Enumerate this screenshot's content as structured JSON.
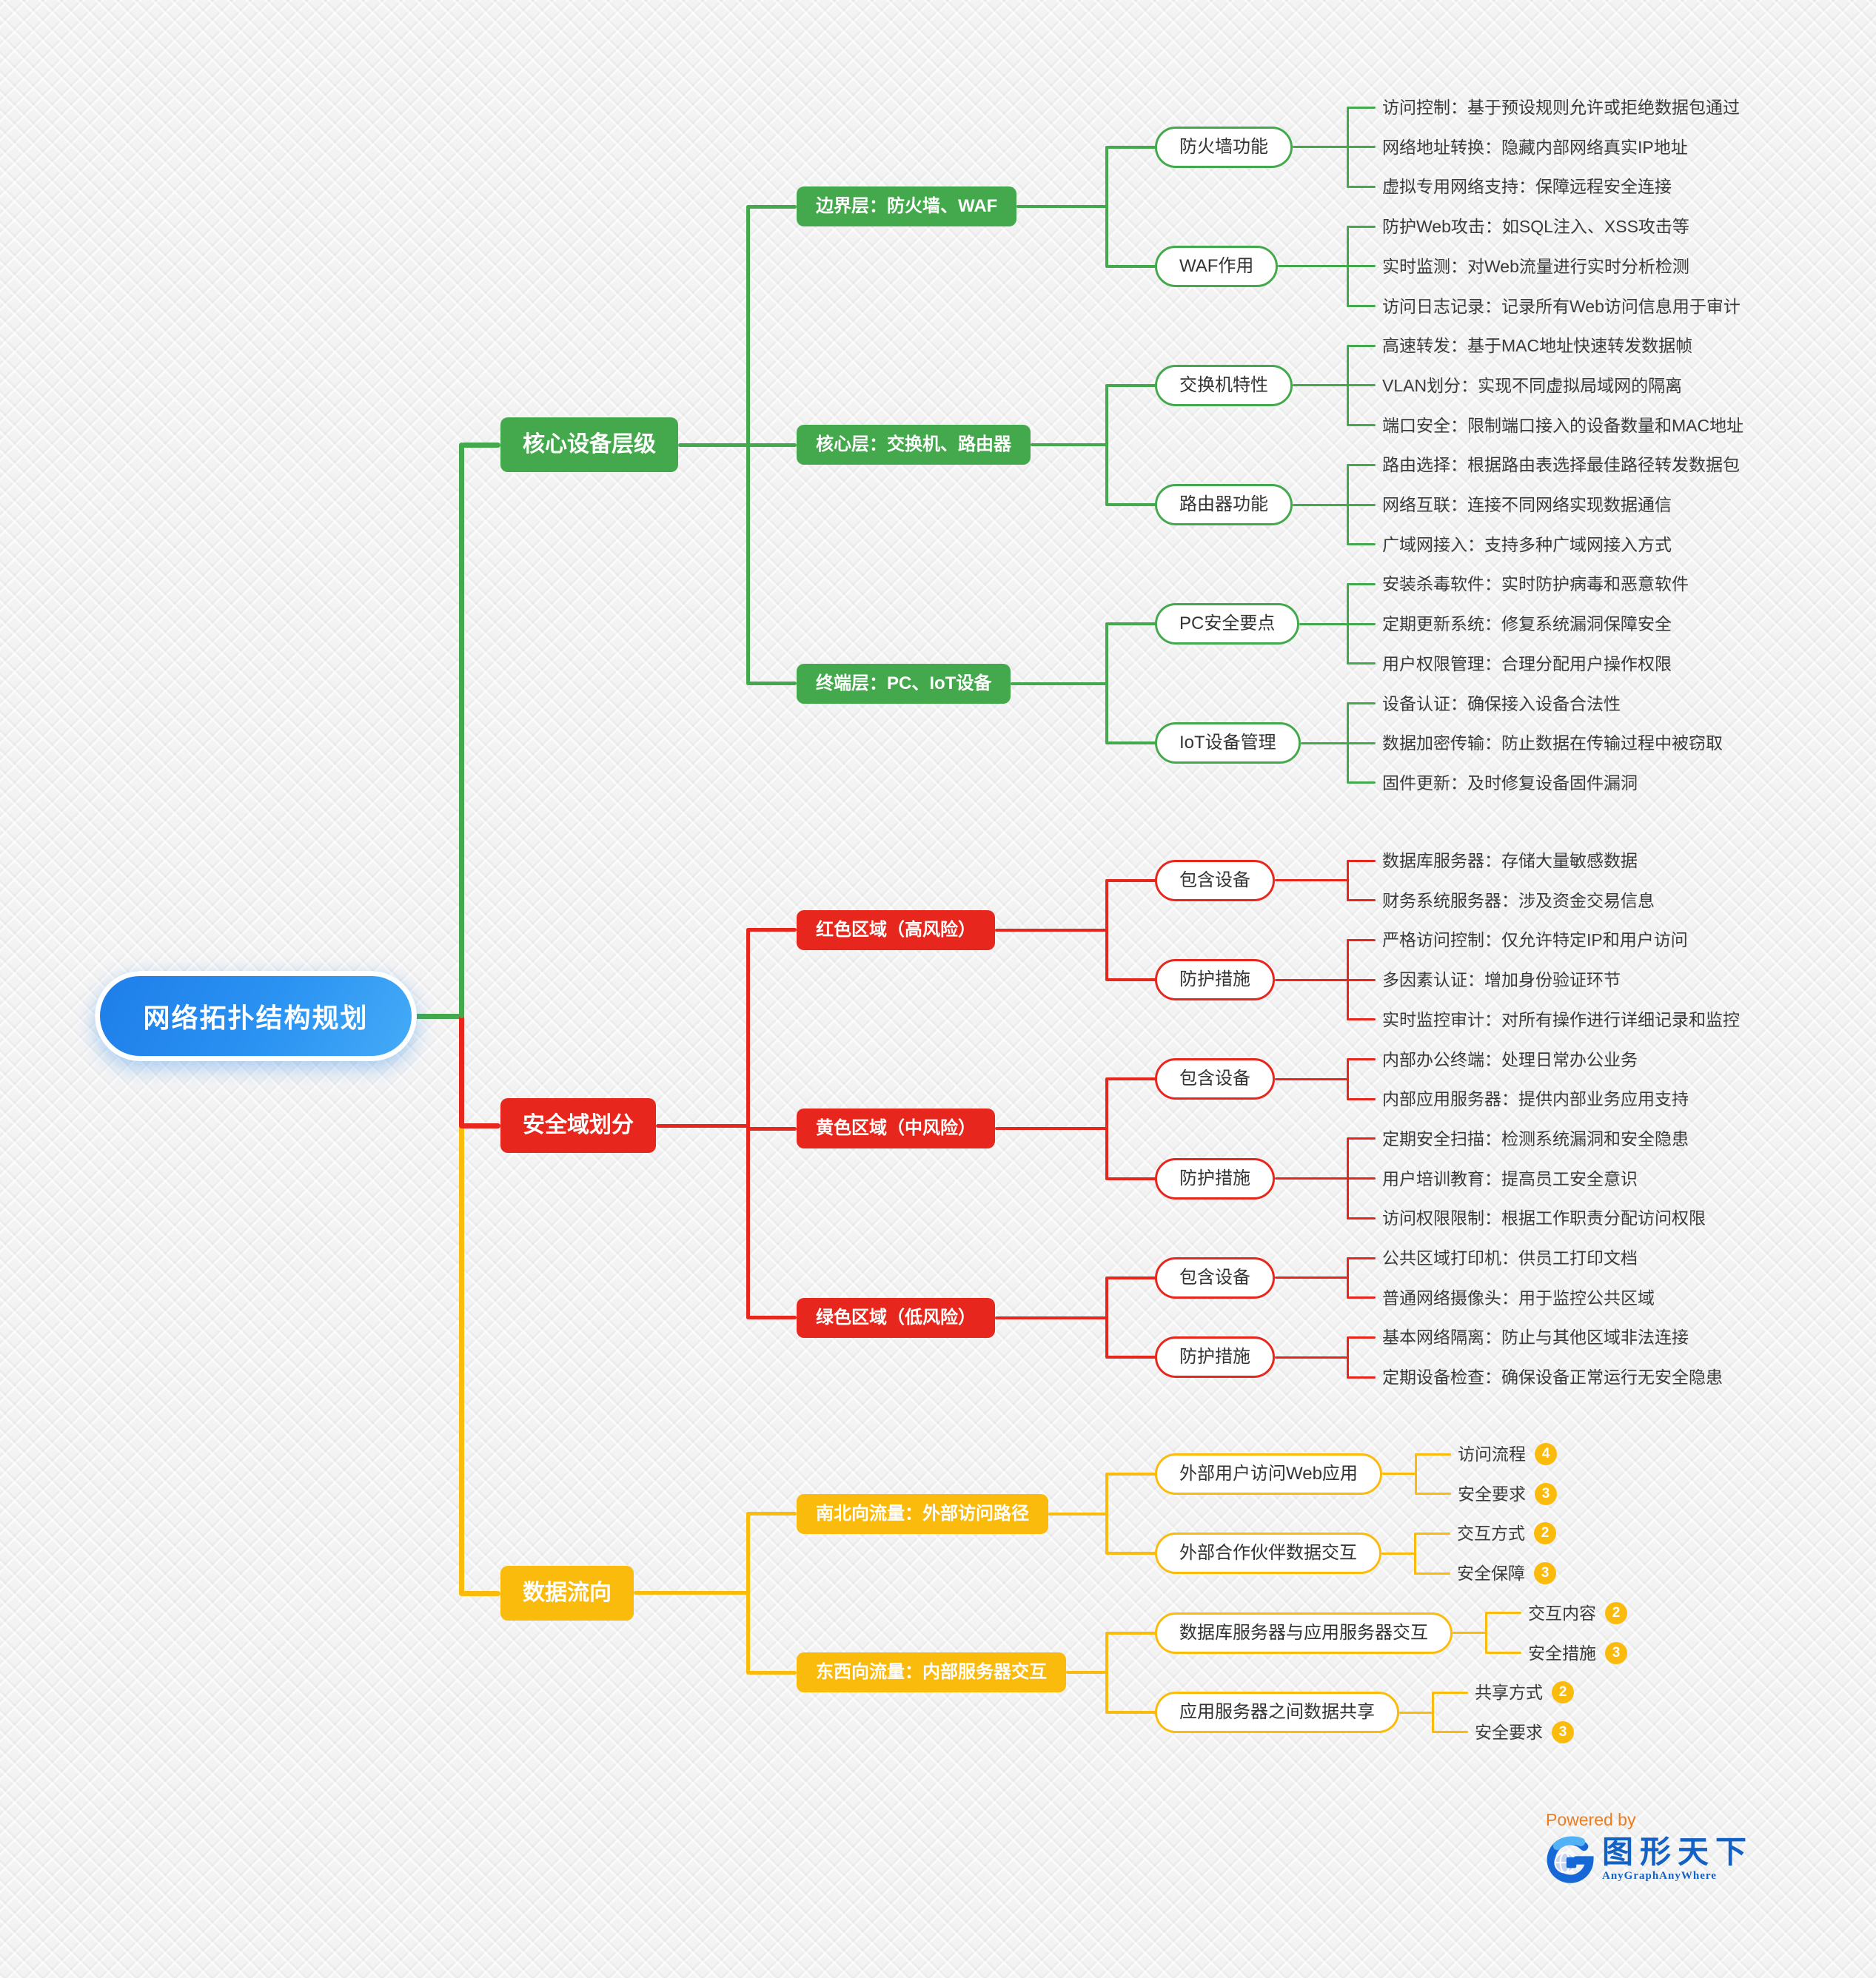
{
  "root": {
    "label": "网络拓扑结构规划"
  },
  "colors": {
    "green": "#44A94C",
    "red": "#E7271D",
    "yellow": "#FBBB0C",
    "blue": "#2B93F2"
  },
  "branches": [
    {
      "label": "核心设备层级",
      "color": "green",
      "children": [
        {
          "label": "边界层：防火墙、WAF",
          "children": [
            {
              "label": "防火墙功能",
              "leaves": [
                {
                  "text": "访问控制：基于预设规则允许或拒绝数据包通过"
                },
                {
                  "text": "网络地址转换：隐藏内部网络真实IP地址"
                },
                {
                  "text": "虚拟专用网络支持：保障远程安全连接"
                }
              ]
            },
            {
              "label": "WAF作用",
              "leaves": [
                {
                  "text": "防护Web攻击：如SQL注入、XSS攻击等"
                },
                {
                  "text": "实时监测：对Web流量进行实时分析检测"
                },
                {
                  "text": "访问日志记录：记录所有Web访问信息用于审计"
                }
              ]
            }
          ]
        },
        {
          "label": "核心层：交换机、路由器",
          "children": [
            {
              "label": "交换机特性",
              "leaves": [
                {
                  "text": "高速转发：基于MAC地址快速转发数据帧"
                },
                {
                  "text": "VLAN划分：实现不同虚拟局域网的隔离"
                },
                {
                  "text": "端口安全：限制端口接入的设备数量和MAC地址"
                }
              ]
            },
            {
              "label": "路由器功能",
              "leaves": [
                {
                  "text": "路由选择：根据路由表选择最佳路径转发数据包"
                },
                {
                  "text": "网络互联：连接不同网络实现数据通信"
                },
                {
                  "text": "广域网接入：支持多种广域网接入方式"
                }
              ]
            }
          ]
        },
        {
          "label": "终端层：PC、IoT设备",
          "children": [
            {
              "label": "PC安全要点",
              "leaves": [
                {
                  "text": "安装杀毒软件：实时防护病毒和恶意软件"
                },
                {
                  "text": "定期更新系统：修复系统漏洞保障安全"
                },
                {
                  "text": "用户权限管理：合理分配用户操作权限"
                }
              ]
            },
            {
              "label": "IoT设备管理",
              "leaves": [
                {
                  "text": "设备认证：确保接入设备合法性"
                },
                {
                  "text": "数据加密传输：防止数据在传输过程中被窃取"
                },
                {
                  "text": "固件更新：及时修复设备固件漏洞"
                }
              ]
            }
          ]
        }
      ]
    },
    {
      "label": "安全域划分",
      "color": "red",
      "children": [
        {
          "label": "红色区域（高风险）",
          "children": [
            {
              "label": "包含设备",
              "leaves": [
                {
                  "text": "数据库服务器：存储大量敏感数据"
                },
                {
                  "text": "财务系统服务器：涉及资金交易信息"
                }
              ]
            },
            {
              "label": "防护措施",
              "leaves": [
                {
                  "text": "严格访问控制：仅允许特定IP和用户访问"
                },
                {
                  "text": "多因素认证：增加身份验证环节"
                },
                {
                  "text": "实时监控审计：对所有操作进行详细记录和监控"
                }
              ]
            }
          ]
        },
        {
          "label": "黄色区域（中风险）",
          "children": [
            {
              "label": "包含设备",
              "leaves": [
                {
                  "text": "内部办公终端：处理日常办公业务"
                },
                {
                  "text": "内部应用服务器：提供内部业务应用支持"
                }
              ]
            },
            {
              "label": "防护措施",
              "leaves": [
                {
                  "text": "定期安全扫描：检测系统漏洞和安全隐患"
                },
                {
                  "text": "用户培训教育：提高员工安全意识"
                },
                {
                  "text": "访问权限限制：根据工作职责分配访问权限"
                }
              ]
            }
          ]
        },
        {
          "label": "绿色区域（低风险）",
          "children": [
            {
              "label": "包含设备",
              "leaves": [
                {
                  "text": "公共区域打印机：供员工打印文档"
                },
                {
                  "text": "普通网络摄像头：用于监控公共区域"
                }
              ]
            },
            {
              "label": "防护措施",
              "leaves": [
                {
                  "text": "基本网络隔离：防止与其他区域非法连接"
                },
                {
                  "text": "定期设备检查：确保设备正常运行无安全隐患"
                }
              ]
            }
          ]
        }
      ]
    },
    {
      "label": "数据流向",
      "color": "yellow",
      "children": [
        {
          "label": "南北向流量：外部访问路径",
          "children": [
            {
              "label": "外部用户访问Web应用",
              "leaves": [
                {
                  "text": "访问流程",
                  "badge": "4"
                },
                {
                  "text": "安全要求",
                  "badge": "3"
                }
              ]
            },
            {
              "label": "外部合作伙伴数据交互",
              "leaves": [
                {
                  "text": "交互方式",
                  "badge": "2"
                },
                {
                  "text": "安全保障",
                  "badge": "3"
                }
              ]
            }
          ]
        },
        {
          "label": "东西向流量：内部服务器交互",
          "children": [
            {
              "label": "数据库服务器与应用服务器交互",
              "leaves": [
                {
                  "text": "交互内容",
                  "badge": "2"
                },
                {
                  "text": "安全措施",
                  "badge": "3"
                }
              ]
            },
            {
              "label": "应用服务器之间数据共享",
              "leaves": [
                {
                  "text": "共享方式",
                  "badge": "2"
                },
                {
                  "text": "安全要求",
                  "badge": "3"
                }
              ]
            }
          ]
        }
      ]
    }
  ],
  "footer": {
    "powered_by": "Powered by",
    "brand": "图形天下",
    "brand_sub": "AnyGraphAnyWhere"
  }
}
